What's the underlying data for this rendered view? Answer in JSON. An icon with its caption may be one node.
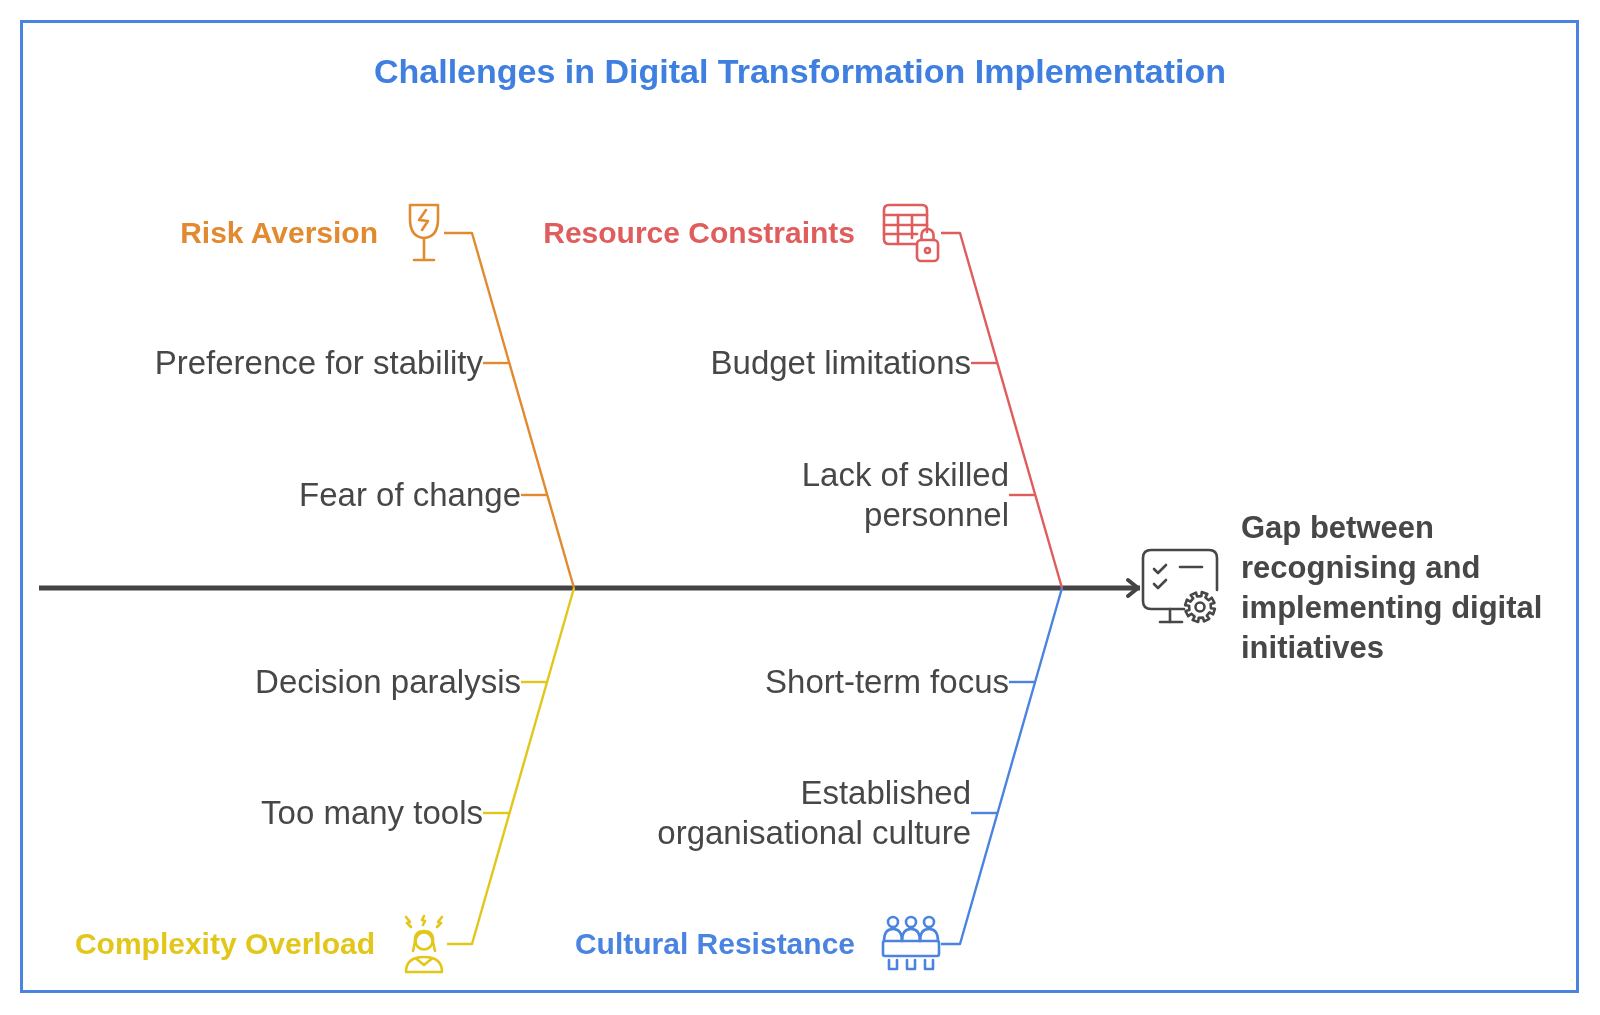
{
  "diagram": {
    "title": "Challenges in Digital Transformation Implementation",
    "nodes": [
      {
        "text": [
          "Risk Aversion"
        ]
      },
      {
        "text": [
          "Resource Constraints"
        ]
      },
      {
        "text": [
          "Preference for stability"
        ]
      },
      {
        "text": [
          "Budget limitations"
        ]
      },
      {
        "text": [
          "Fear of change"
        ]
      },
      {
        "text": [
          "Lack of skilled personnel"
        ]
      },
      {
        "text": [
          "Gap between recognising and implementing digital initiatives"
        ]
      },
      {
        "text": [
          "Decision paralysis"
        ]
      },
      {
        "text": [
          "Short-term focus"
        ]
      },
      {
        "text": [
          "Too many tools"
        ]
      },
      {
        "text": [
          "Established organisational culture"
        ]
      },
      {
        "text": [
          "Complexity Overload"
        ]
      },
      {
        "text": [
          "Cultural Resistance"
        ]
      }
    ],
    "edges": [
      {
        "from": null,
        "to": 6,
        "arrow": "to",
        "style": "thick",
        "color": "#444444"
      },
      {
        "from": 0,
        "to": null,
        "arrow": "none",
        "color": "#e28a2f"
      },
      {
        "from": 2,
        "to": null,
        "arrow": "none",
        "color": "#e28a2f"
      },
      {
        "from": 4,
        "to": null,
        "arrow": "none",
        "color": "#e28a2f"
      },
      {
        "from": 1,
        "to": null,
        "arrow": "none",
        "color": "#e05d5d"
      },
      {
        "from": 3,
        "to": null,
        "arrow": "none",
        "color": "#e05d5d"
      },
      {
        "from": 5,
        "to": null,
        "arrow": "none",
        "color": "#e05d5d"
      },
      {
        "from": 11,
        "to": null,
        "arrow": "none",
        "color": "#e3c61a"
      },
      {
        "from": 7,
        "to": null,
        "arrow": "none",
        "color": "#e3c61a"
      },
      {
        "from": 9,
        "to": null,
        "arrow": "none",
        "color": "#e3c61a"
      },
      {
        "from": 12,
        "to": null,
        "arrow": "none",
        "color": "#4a84e0"
      },
      {
        "from": 8,
        "to": null,
        "arrow": "none",
        "color": "#4a84e0"
      },
      {
        "from": 10,
        "to": null,
        "arrow": "none",
        "color": "#4a84e0"
      }
    ]
  }
}
